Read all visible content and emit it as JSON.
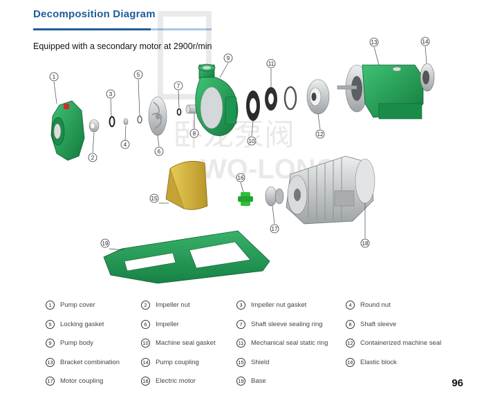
{
  "header": {
    "title": "Decomposition Diagram",
    "subtitle": "Equipped with a secondary motor at 2900r/min"
  },
  "watermark": {
    "text_cn": "卧龙泵阀",
    "text_en": "WO-LONG"
  },
  "callouts": [
    "1",
    "2",
    "3",
    "4",
    "5",
    "6",
    "7",
    "8",
    "9",
    "10",
    "11",
    "12",
    "13",
    "14",
    "15",
    "16",
    "17",
    "18",
    "19"
  ],
  "legend": [
    {
      "num": "1",
      "label": "Pump cover"
    },
    {
      "num": "2",
      "label": "Impeller nut"
    },
    {
      "num": "3",
      "label": "Impeller nut gasket"
    },
    {
      "num": "4",
      "label": "Round nut"
    },
    {
      "num": "5",
      "label": "Locking gasket"
    },
    {
      "num": "6",
      "label": "Impeller"
    },
    {
      "num": "7",
      "label": "Shaft sleeve sealing ring"
    },
    {
      "num": "8",
      "label": "Shaft sleeve"
    },
    {
      "num": "9",
      "label": "Pump body"
    },
    {
      "num": "10",
      "label": "Machine seal gasket"
    },
    {
      "num": "11",
      "label": "Mechanical seal static ring"
    },
    {
      "num": "12",
      "label": "Containerized machine seal"
    },
    {
      "num": "13",
      "label": "Bracket combination"
    },
    {
      "num": "14",
      "label": "Pump coupling"
    },
    {
      "num": "15",
      "label": "Shield"
    },
    {
      "num": "16",
      "label": "Elastic block"
    },
    {
      "num": "17",
      "label": "Motor coupling"
    },
    {
      "num": "18",
      "label": "Electric motor"
    },
    {
      "num": "19",
      "label": "Base"
    }
  ],
  "page_number": "96",
  "colors": {
    "pump_green": "#23a45a",
    "pump_green_dark": "#157a3f",
    "shield_yellow": "#d6b63a",
    "motor_grey": "#c9ccce",
    "title_blue": "#1f5c99"
  }
}
